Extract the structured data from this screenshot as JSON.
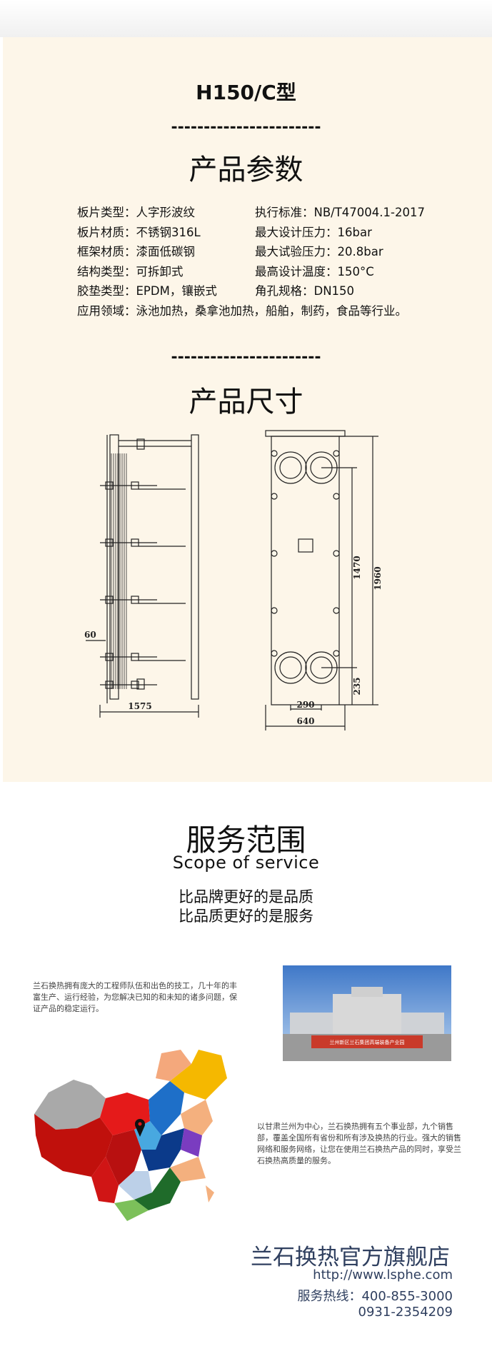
{
  "product": {
    "model": "H150/C型",
    "divider": "-----------------------",
    "params_heading": "产品参数",
    "specs_left": [
      "板片类型：人字形波纹",
      "板片材质：不锈钢316L",
      "框架材质：漆面低碳钢",
      "结构类型：可拆卸式",
      "胶垫类型：EPDM，镶嵌式",
      "应用领域：泳池加热，桑拿池加热，船舶，制药，食品等行业。"
    ],
    "specs_right": [
      "执行标准：NB/T47004.1-2017",
      "最大设计压力：16bar",
      "最大试验压力：20.8bar",
      "最高设计温度：150°C",
      "角孔规格：DN150"
    ],
    "divider2": "-----------------------",
    "dims_heading": "产品尺寸",
    "dims": {
      "side_width": "1575",
      "side_offset": "60",
      "front_height_total": "1960",
      "front_port_spacing": "1470",
      "front_bottom": "235",
      "front_port_width": "290",
      "front_width": "640"
    }
  },
  "service": {
    "title": "服务范围",
    "subtitle": "Scope of service",
    "slogan1": "比品牌更好的是品质",
    "slogan2": "比品质更好的是服务",
    "para1": "兰石换热拥有庞大的工程师队伍和出色的技工，几十年的丰富生产、运行经验，为您解决已知的和未知的诸多问题，保证产品的稳定运行。",
    "para2": "以甘肃兰州为中心，兰石换热拥有五个事业部，九个销售部，覆盖全国所有省份和所有涉及换热的行业。强大的销售网络和服务网络，让您在使用兰石换热产品的同时，享受兰石换热高质量的服务。",
    "photo_sign": "兰州新区兰石集团高端装备产业园"
  },
  "footer": {
    "brand": "兰石换热官方旗舰店",
    "url": "http://www.lsphe.com",
    "hotline": "服务热线：400-855-3000",
    "phone2": "0931-2354209"
  },
  "colors": {
    "cream": "#fdf6e9",
    "brand_blue": "#2f3f5f"
  },
  "icons": {
    "map_pin": "map-pin-icon"
  }
}
